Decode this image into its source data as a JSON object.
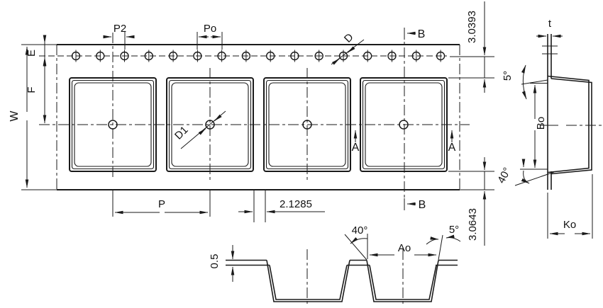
{
  "drawing_labels": {
    "plan": {
      "p2": "P2",
      "po": "Po",
      "d": "D",
      "d1": "D1",
      "b": "B",
      "a": "A",
      "w": "W",
      "e": "E",
      "f": "F",
      "p": "P",
      "pocket_gap": "2.1285",
      "top_margin": "3.0393",
      "bottom_margin": "3.0643"
    },
    "side_section": {
      "t": "t",
      "bo": "Bo",
      "ko": "Ko",
      "flange_angle": "5°",
      "bend_angle": "40°"
    },
    "length_section": {
      "ao": "Ao",
      "thickness": "0.5",
      "wall_angle": "40°",
      "draft_angle": "5°"
    }
  },
  "colors": {
    "line": "#1a1a1a",
    "background": "#ffffff"
  }
}
